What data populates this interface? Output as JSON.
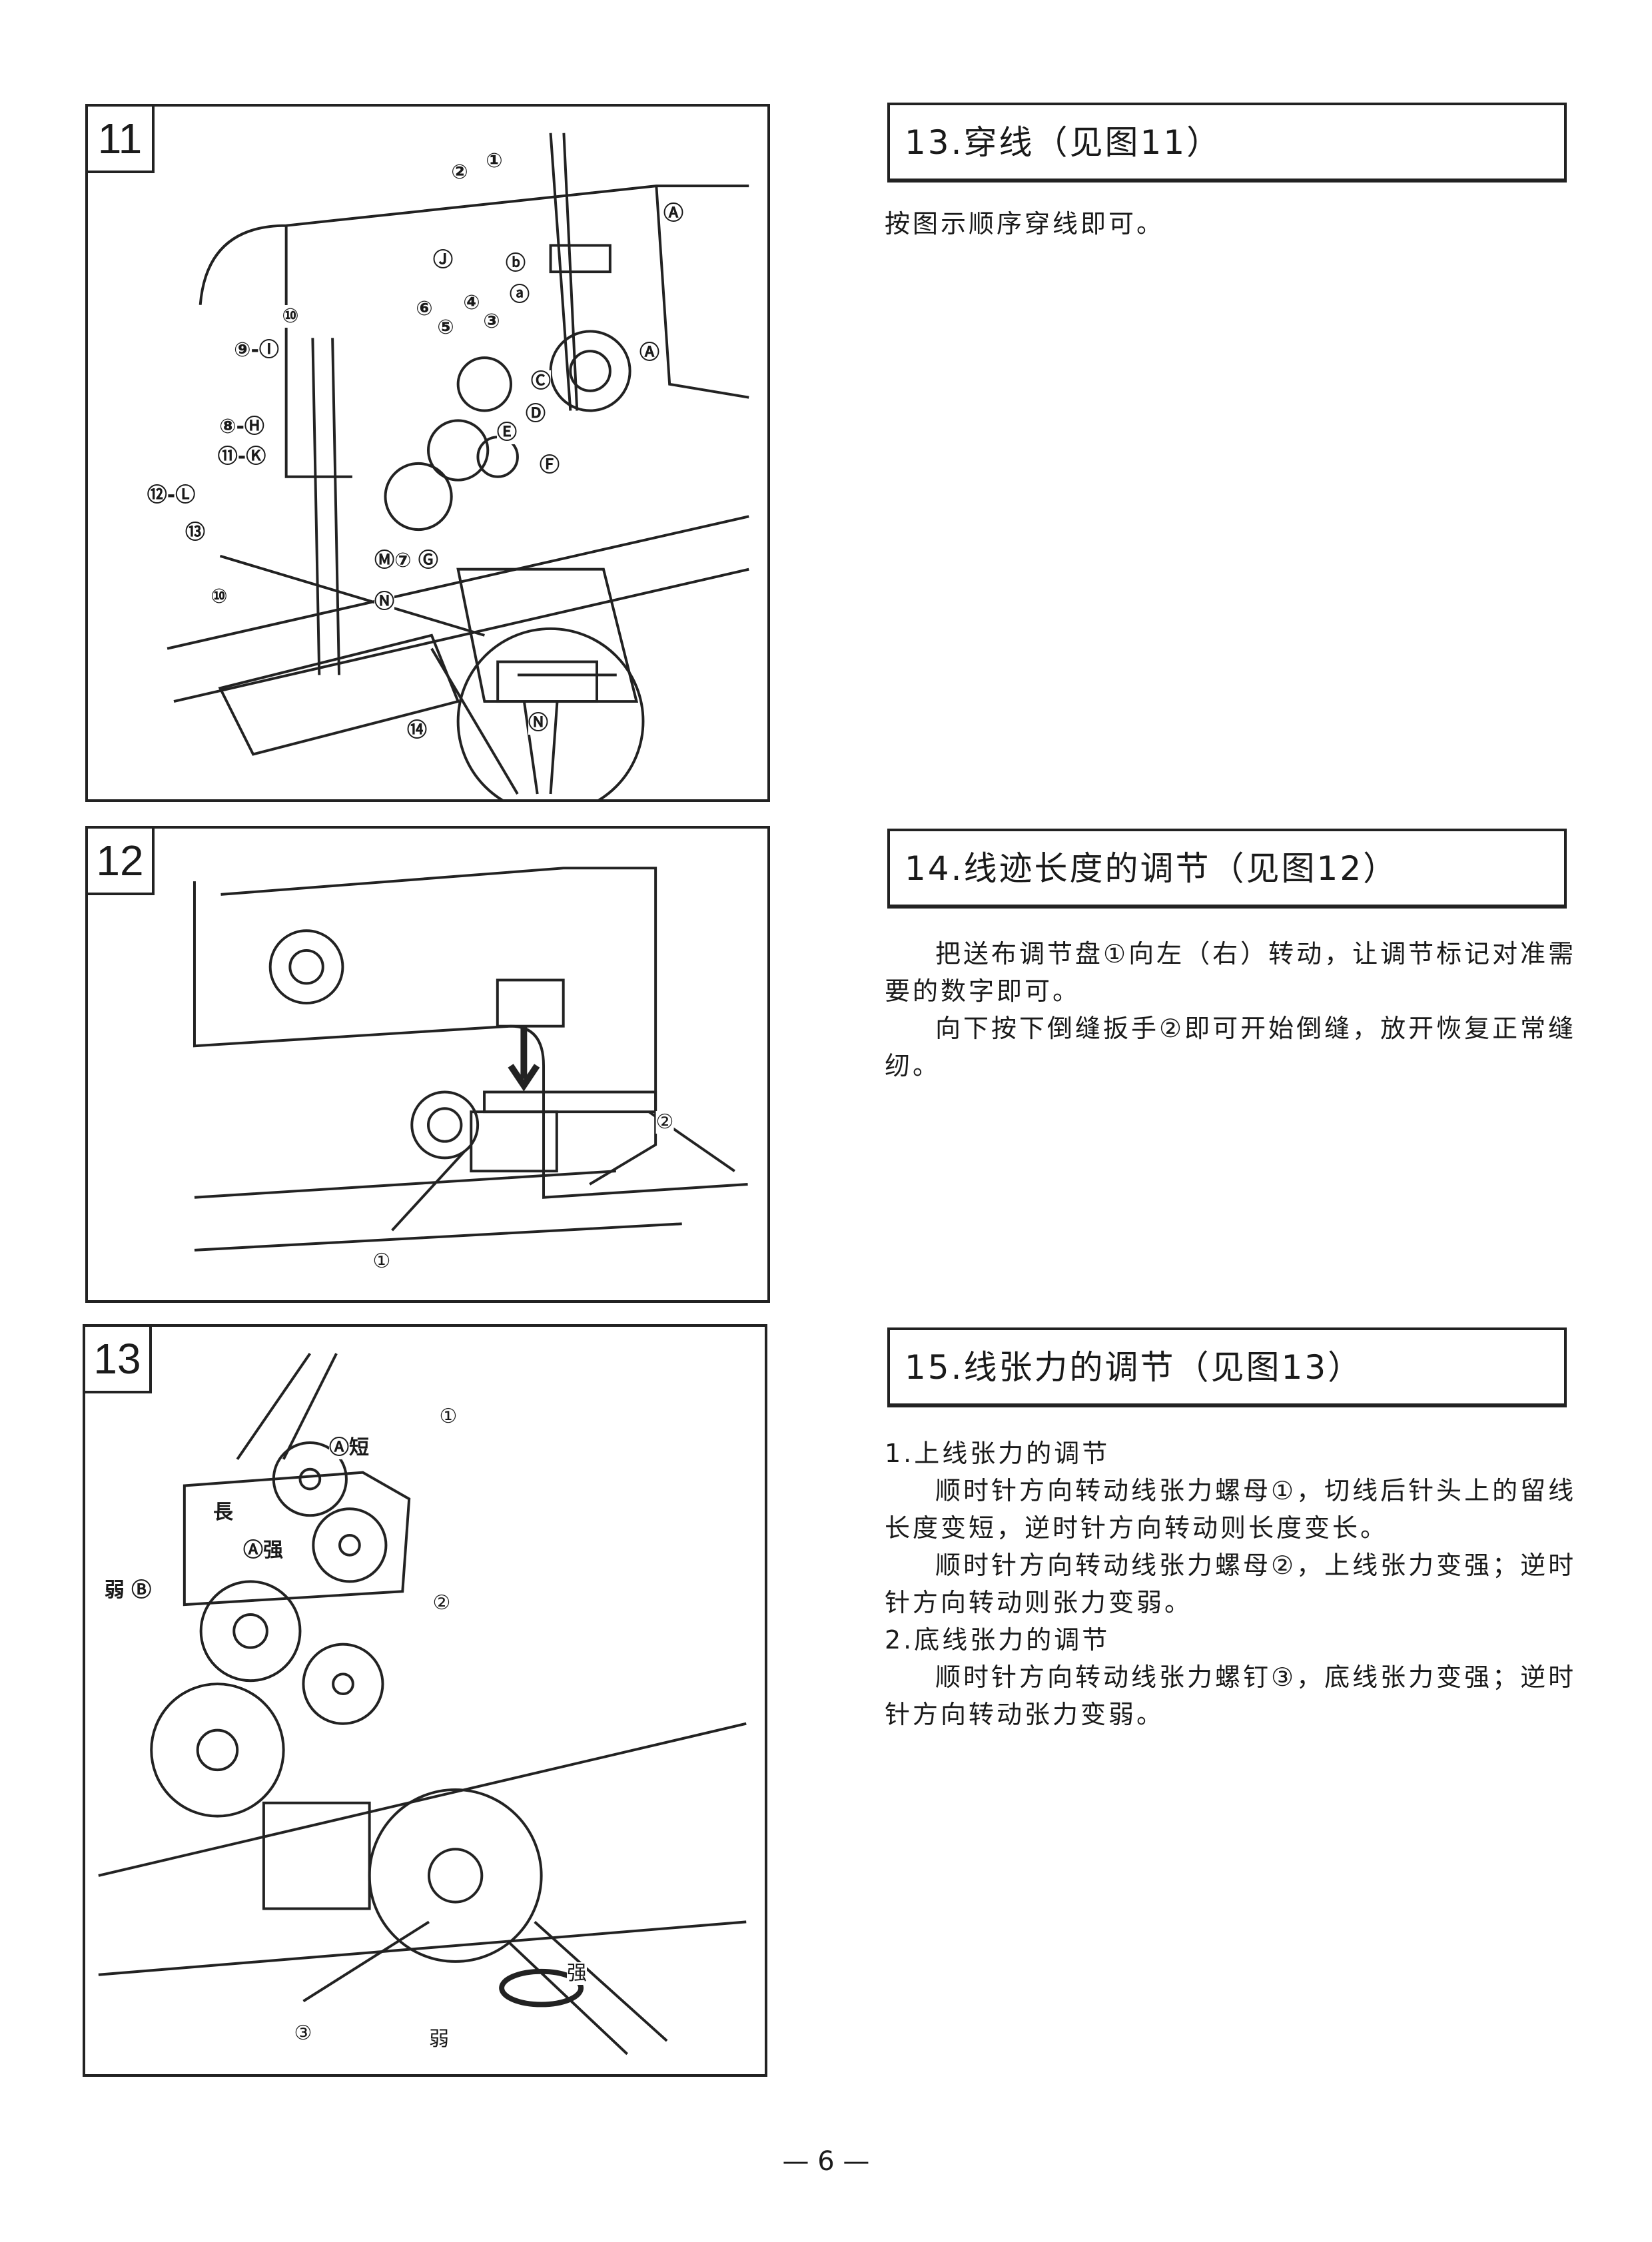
{
  "figures": {
    "fig11": {
      "number": "11",
      "callouts": [
        "①",
        "②",
        "Ⓐ",
        "ⓑ",
        "Ⓙ",
        "ⓐ",
        "⑥",
        "④",
        "③",
        "⑤",
        "⑩",
        "⑨-Ⓘ",
        "Ⓐ",
        "Ⓒ",
        "Ⓓ",
        "Ⓔ",
        "⑧-Ⓗ",
        "⑪-Ⓚ",
        "Ⓕ",
        "⑫-Ⓛ",
        "⑬",
        "Ⓜ⑦ Ⓖ",
        "⑩",
        "Ⓝ",
        "⑭",
        "Ⓝ"
      ]
    },
    "fig12": {
      "number": "12",
      "callouts": [
        "②",
        "①"
      ]
    },
    "fig13": {
      "number": "13",
      "callouts": [
        "①",
        "Ⓐ短",
        "長",
        "Ⓐ强",
        "弱 Ⓑ",
        "②",
        "强",
        "③",
        "弱"
      ]
    }
  },
  "sections": {
    "s13": {
      "title": "13.穿线（见图11）",
      "paragraphs": [
        "按图示顺序穿线即可。"
      ]
    },
    "s14": {
      "title": "14.线迹长度的调节（见图12）",
      "paragraphs": [
        "把送布调节盘①向左（右）转动，让调节标记对准需要的数字即可。",
        "向下按下倒缝扳手②即可开始倒缝，放开恢复正常缝纫。"
      ]
    },
    "s15": {
      "title": "15.线张力的调节（见图13）",
      "sub1": "1.上线张力的调节",
      "p1": "顺时针方向转动线张力螺母①，切线后针头上的留线长度变短，逆时针方向转动则长度变长。",
      "p2": "顺时针方向转动线张力螺母②，上线张力变强；逆时针方向转动则张力变弱。",
      "sub2": "2.底线张力的调节",
      "p3": "顺时针方向转动线张力螺钉③，底线张力变强；逆时针方向转动张力变弱。"
    }
  },
  "page_number": "— 6 —"
}
